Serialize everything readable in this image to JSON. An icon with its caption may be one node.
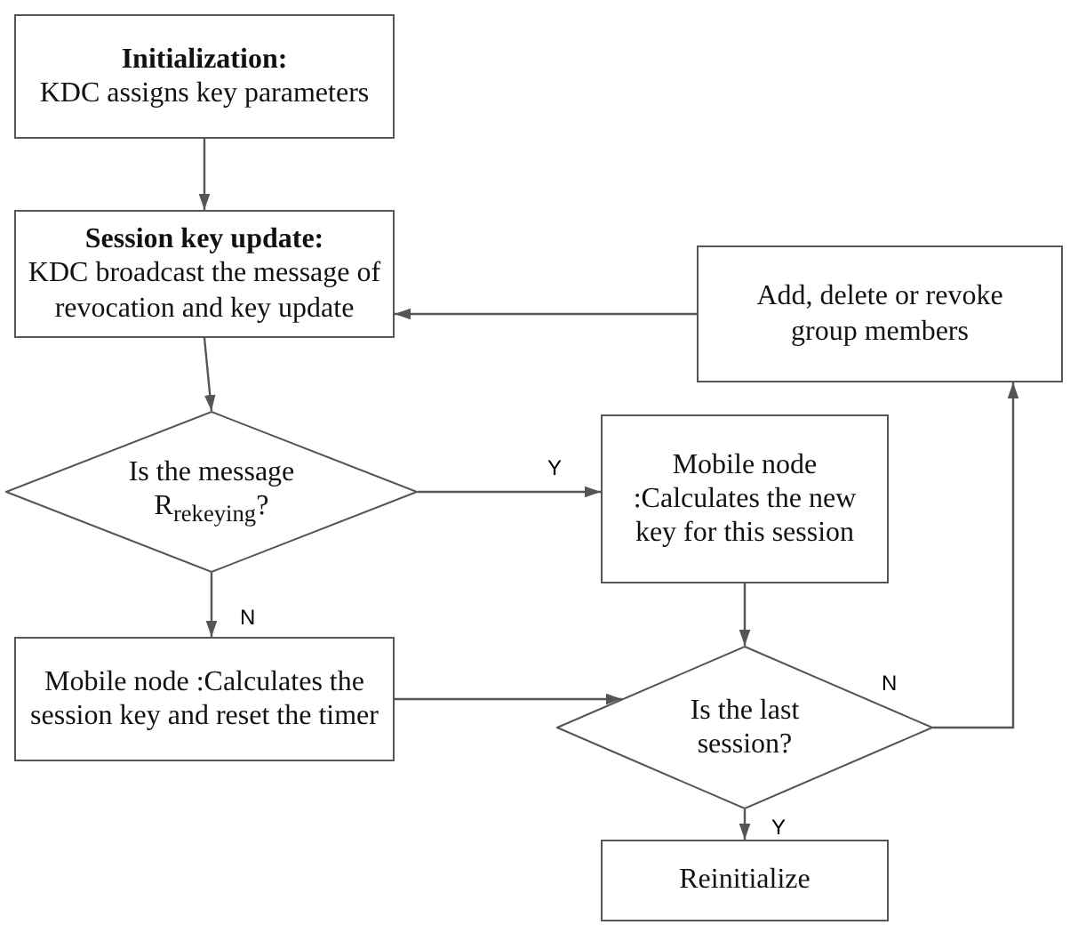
{
  "diagram": {
    "nodes": [
      {
        "text": [
          "Initialization:",
          "KDC assigns key parameters"
        ]
      },
      {
        "text": [
          "Session key update:",
          "KDC broadcast the message of revocation and key update"
        ]
      },
      {
        "text": [
          "Add, delete or revoke group members"
        ]
      },
      {
        "text": [
          "Is the message R$_{rekeying}$?"
        ]
      },
      {
        "text": [
          "Mobile node :Calculates the new key for this session"
        ]
      },
      {
        "text": [
          "Mobile node :Calculates the session key and reset the timer"
        ]
      },
      {
        "text": [
          "Is the last session?"
        ]
      },
      {
        "text": [
          "Reinitialize"
        ]
      }
    ],
    "edges": [
      {
        "from": 0,
        "to": 1,
        "arrow": "to"
      },
      {
        "from": 2,
        "to": 1,
        "arrow": "to"
      },
      {
        "from": 1,
        "to": 3,
        "arrow": "to"
      },
      {
        "from": 3,
        "to": 4,
        "arrow": "to",
        "label": "Y"
      },
      {
        "from": 3,
        "to": 5,
        "arrow": "to",
        "label": "N"
      },
      {
        "from": 4,
        "to": 6,
        "arrow": "to"
      },
      {
        "from": 5,
        "to": 6,
        "arrow": "to"
      },
      {
        "from": 6,
        "to": 2,
        "arrow": "to",
        "label": "N"
      },
      {
        "from": 6,
        "to": 7,
        "arrow": "to",
        "label": "Y"
      }
    ]
  }
}
